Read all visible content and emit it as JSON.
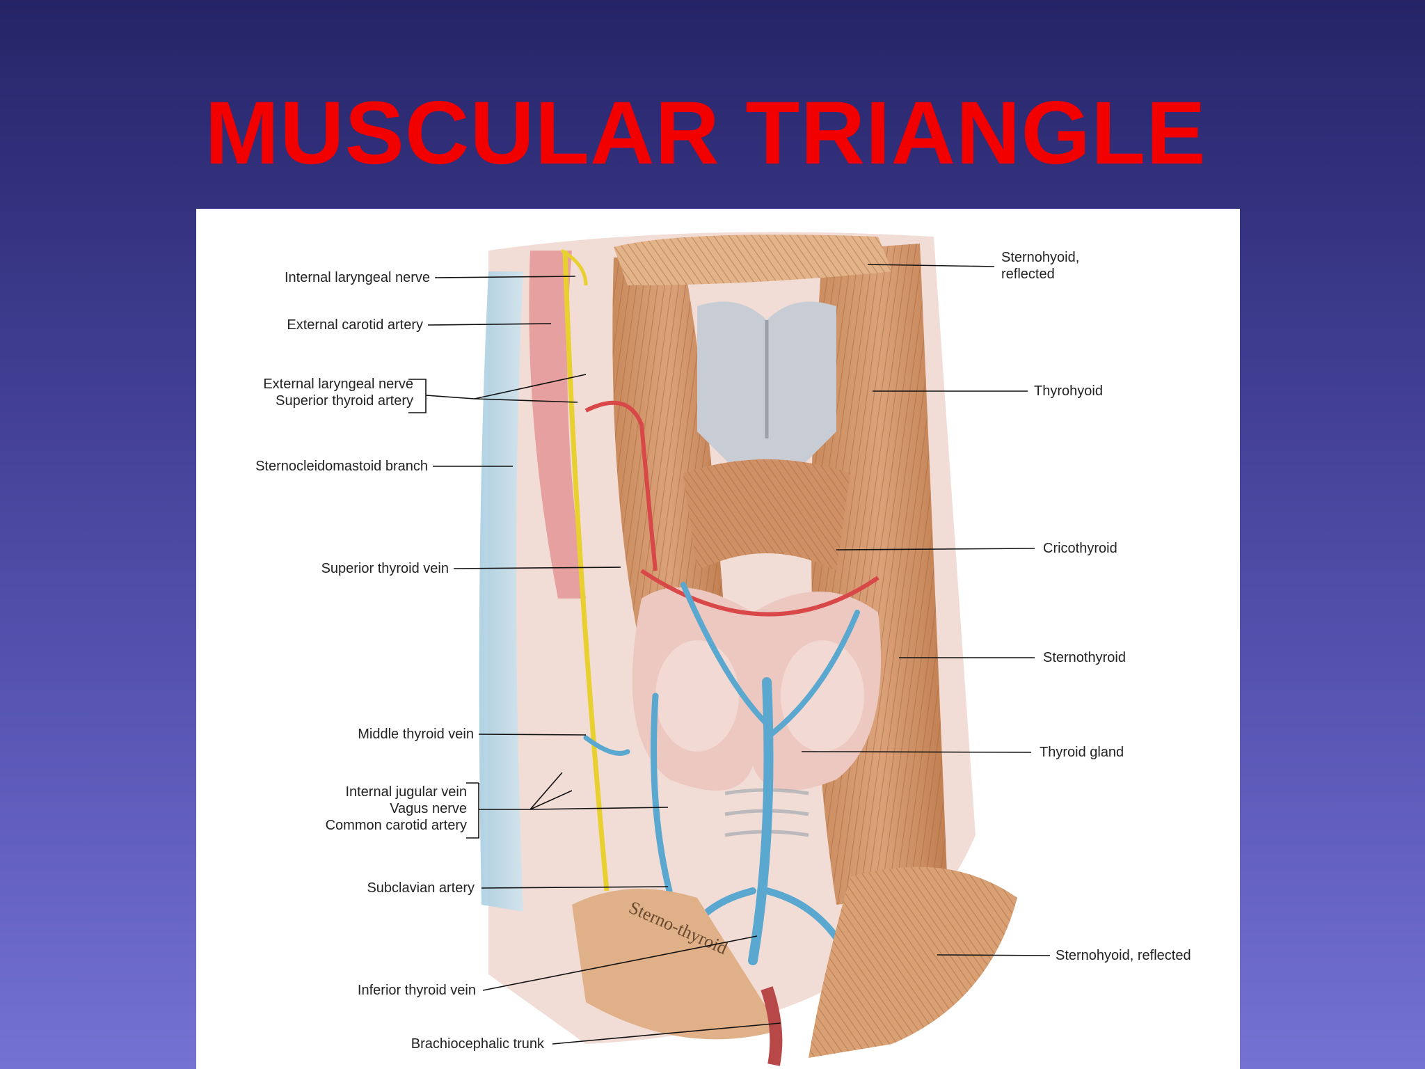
{
  "title": "MUSCULAR TRIANGLE",
  "labels": {
    "internal_laryngeal_nerve": "Internal laryngeal nerve",
    "external_carotid_artery": "External carotid artery",
    "external_laryngeal_nerve": "External laryngeal nerve",
    "superior_thyroid_artery": "Superior thyroid artery",
    "sternocleidomastoid_branch": "Sternocleidomastoid branch",
    "superior_thyroid_vein": "Superior thyroid vein",
    "middle_thyroid_vein": "Middle thyroid vein",
    "internal_jugular_vein": "Internal jugular vein",
    "vagus_nerve": "Vagus nerve",
    "common_carotid_artery": "Common carotid artery",
    "subclavian_artery": "Subclavian artery",
    "inferior_thyroid_vein": "Inferior thyroid vein",
    "brachiocephalic_trunk": "Brachiocephalic trunk",
    "sternohyoid_reflected_top_1": "Sternohyoid,",
    "sternohyoid_reflected_top_2": "reflected",
    "thyrohyoid": "Thyrohyoid",
    "cricothyroid": "Cricothyroid",
    "sternothyroid": "Sternothyroid",
    "thyroid_gland": "Thyroid gland",
    "sternohyoid_reflected_bottom": "Sternohyoid, reflected",
    "muscle_inscription": "Sterno-thyroid"
  }
}
